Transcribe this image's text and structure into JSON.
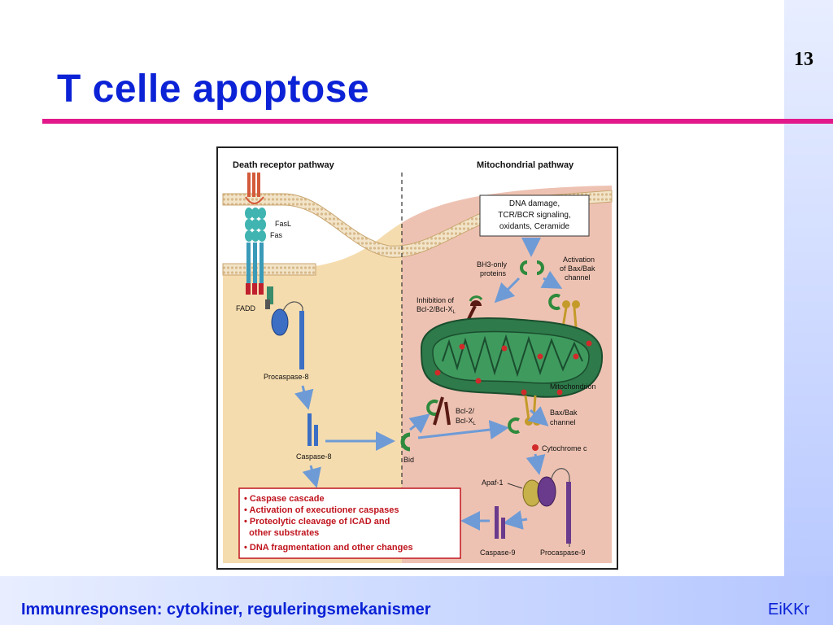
{
  "slide": {
    "title": "T celle apoptose",
    "page_number": "13",
    "footer_text": "Immunresponsen: cytokiner, reguleringsmekanismer",
    "footer_author": "EiKKr"
  },
  "figure": {
    "death_header": "Death receptor pathway",
    "mito_header": "Mitochondrial pathway",
    "stimulus": [
      "DNA damage,",
      "TCR/BCR signaling,",
      "oxidants, Ceramide"
    ],
    "labels": {
      "fasl": "FasL",
      "fas": "Fas",
      "fadd": "FADD",
      "procaspase8": "Procaspase-8",
      "caspase8": "Caspase-8",
      "bid": "Bid",
      "bh3_1": "BH3-only",
      "bh3_2": "proteins",
      "activation_1": "Activation",
      "activation_2": "of Bax/Bak",
      "activation_3": "channel",
      "inhibition_1": "Inhibition of",
      "inhibition_2": "Bcl-2/Bcl-X",
      "inhibition_2_sub": "L",
      "mitochondrion": "Mitochondrion",
      "bcl2_1": "Bcl-2/",
      "bcl2_2": "Bcl-X",
      "bcl2_2_sub": "L",
      "baxbak_1": "Bax/Bak",
      "baxbak_2": "channel",
      "cytochrome": "Cytochrome c",
      "apaf1": "Apaf-1",
      "caspase9": "Caspase-9",
      "procaspase9": "Procaspase-9"
    },
    "outcomes": [
      "• Caspase cascade",
      "• Activation of executioner caspases",
      "• Proteolytic cleavage of ICAD and",
      "  other substrates",
      "• DNA fragmentation and other changes"
    ]
  },
  "colors": {
    "title_blue": "#0b22d6",
    "rule_magenta": "#e2188b",
    "left_bg": "#f5dcae",
    "right_bg": "#eec2b2",
    "mitochondrion_green": "#2e7a4a",
    "arrow_blue": "#6e9bd6",
    "outcome_red": "#c0141e"
  }
}
